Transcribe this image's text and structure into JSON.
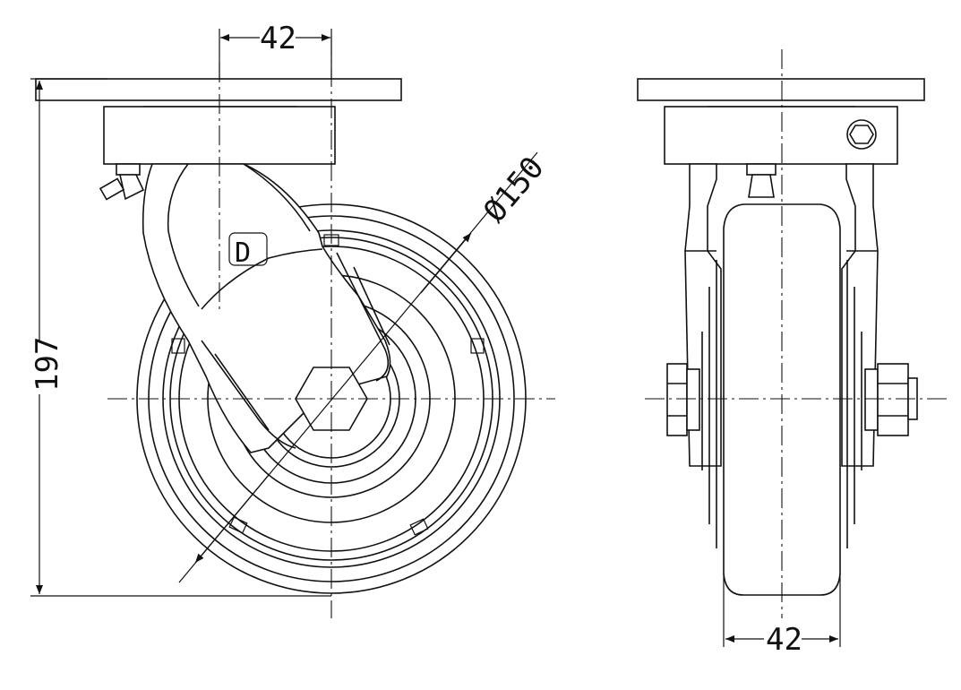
{
  "dimensions": {
    "top_offset": "42",
    "wheel_diameter": "Ø150",
    "overall_height": "197",
    "wheel_width": "42"
  },
  "logo": {
    "letter": "D"
  },
  "colors": {
    "line": "#111111",
    "background": "#ffffff"
  }
}
